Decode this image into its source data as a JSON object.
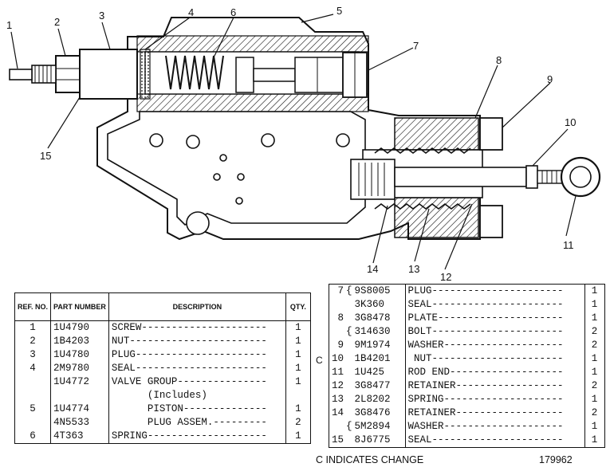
{
  "callouts": [
    "1",
    "2",
    "3",
    "4",
    "5",
    "6",
    "7",
    "8",
    "9",
    "10",
    "11",
    "12",
    "13",
    "14",
    "15"
  ],
  "left_table": {
    "headers": {
      "ref": "REF. NO.",
      "part_number": "PART NUMBER",
      "description": "DESCRIPTION",
      "qty": "QTY."
    },
    "rows": [
      {
        "ref": "1",
        "part_number": "1U4790",
        "description": "SCREW---------------------",
        "qty": "1"
      },
      {
        "ref": "2",
        "part_number": "1B4203",
        "description": "NUT-----------------------",
        "qty": "1"
      },
      {
        "ref": "3",
        "part_number": "1U4780",
        "description": "PLUG----------------------",
        "qty": "1"
      },
      {
        "ref": "4",
        "part_number": "2M9780",
        "description": "SEAL----------------------",
        "qty": "1"
      },
      {
        "ref": "",
        "part_number": "1U4772",
        "description": "VALVE GROUP---------------",
        "qty": "1"
      },
      {
        "ref": "",
        "part_number": "",
        "description": "      (Includes)",
        "qty": ""
      },
      {
        "ref": "5",
        "part_number": "1U4774",
        "description": "      PISTON--------------",
        "qty": "1"
      },
      {
        "ref": "",
        "part_number": "4N5533",
        "description": "      PLUG ASSEM.---------",
        "qty": "2"
      },
      {
        "ref": "6",
        "part_number": "4T363",
        "description": "SPRING--------------------",
        "qty": "1"
      }
    ]
  },
  "right_table": {
    "rows": [
      {
        "chg": "",
        "ref": "7",
        "part_number": "9S8005",
        "description": "PLUG----------------------",
        "qty": "1"
      },
      {
        "chg": "",
        "ref": "",
        "part_number": "3K360",
        "description": "SEAL----------------------",
        "qty": "1"
      },
      {
        "chg": "",
        "ref": "8",
        "part_number": "3G8478",
        "description": "PLATE---------------------",
        "qty": "1"
      },
      {
        "chg": "",
        "ref": "",
        "part_number": "314630",
        "description": "BOLT----------------------",
        "qty": "2"
      },
      {
        "chg": "",
        "ref": "9",
        "part_number": "9M1974",
        "description": "WASHER--------------------",
        "qty": "2"
      },
      {
        "chg": "C",
        "ref": "10",
        "part_number": "1B4201",
        "description": " NUT----------------------",
        "qty": "1"
      },
      {
        "chg": "",
        "ref": "11",
        "part_number": "1U425",
        "description": "ROD END-------------------",
        "qty": "1"
      },
      {
        "chg": "",
        "ref": "12",
        "part_number": "3G8477",
        "description": "RETAINER------------------",
        "qty": "2"
      },
      {
        "chg": "",
        "ref": "13",
        "part_number": "2L8202",
        "description": "SPRING--------------------",
        "qty": "1"
      },
      {
        "chg": "",
        "ref": "14",
        "part_number": "3G8476",
        "description": "RETAINER------------------",
        "qty": "2"
      },
      {
        "chg": "",
        "ref": "",
        "part_number": "5M2894",
        "description": "WASHER--------------------",
        "qty": "1"
      },
      {
        "chg": "",
        "ref": "15",
        "part_number": "8J6775",
        "description": "SEAL----------------------",
        "qty": "1"
      }
    ]
  },
  "note": "C INDICATES CHANGE",
  "figure_number": "179962"
}
